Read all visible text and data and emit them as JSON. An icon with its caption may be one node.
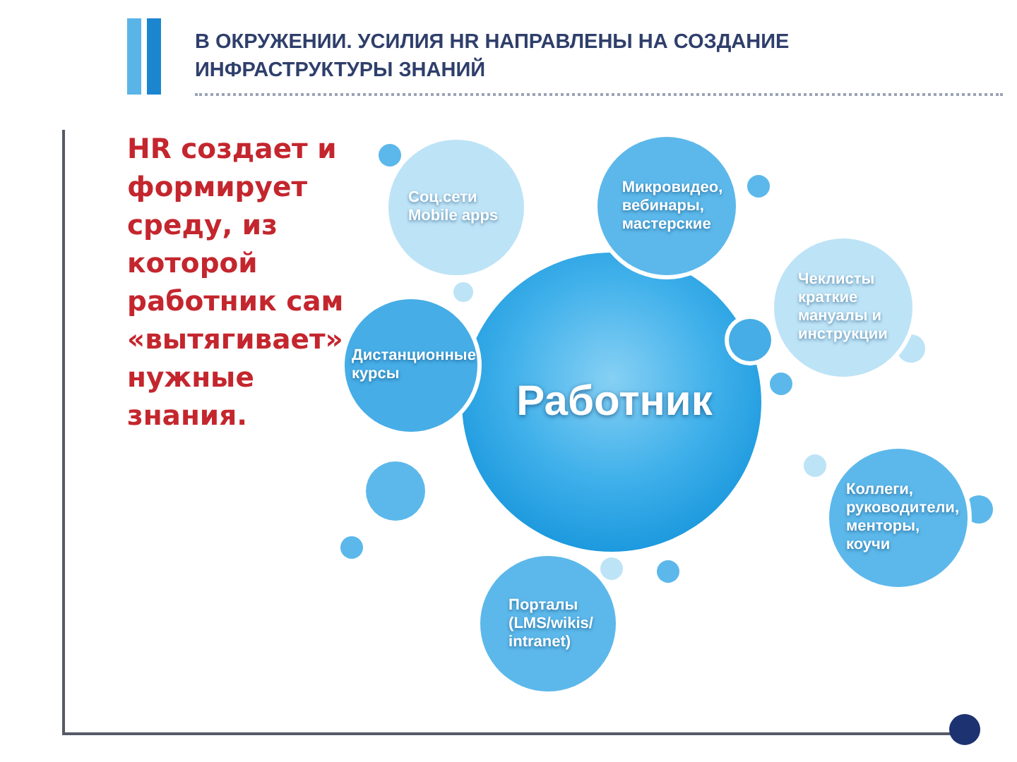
{
  "diagram": {
    "title": "В ОКРУЖЕНИИ. УСИЛИЯ HR НАПРАВЛЕНЫ НА СОЗДАНИЕ ИНФРАСТРУКТУРЫ ЗНАНИЙ",
    "nodes": [
      {
        "text": [
          "Соц.сети Mobile apps"
        ]
      },
      {
        "text": [
          "Микровидео, вебинары, мастерские"
        ]
      },
      {
        "text": [
          "Чеклисты краткие мануалы и инструкции"
        ]
      },
      {
        "text": [
          "Дистанционные курсы"
        ]
      },
      {
        "text": [
          "Работник"
        ]
      },
      {
        "text": [
          "Коллеги, руководители, менторы, коучи"
        ]
      },
      {
        "text": [
          "Порталы (LMS/wikis/ intranet)"
        ]
      },
      {
        "text": [],
        "shape": "circle"
      },
      {
        "text": [],
        "shape": "circle"
      },
      {
        "text": [],
        "shape": "circle"
      },
      {
        "text": [],
        "shape": "circle"
      },
      {
        "text": [],
        "shape": "circle"
      },
      {
        "text": [],
        "shape": "circle"
      },
      {
        "text": [],
        "shape": "circle"
      },
      {
        "text": [],
        "shape": "circle"
      },
      {
        "text": [],
        "shape": "circle"
      },
      {
        "text": [],
        "shape": "circle"
      },
      {
        "text": [],
        "shape": "circle"
      },
      {
        "text": [],
        "shape": "circle"
      }
    ],
    "labels": [
      "HR создает и формирует среду, из которой работник сам «вытягивает» нужные знания."
    ]
  }
}
